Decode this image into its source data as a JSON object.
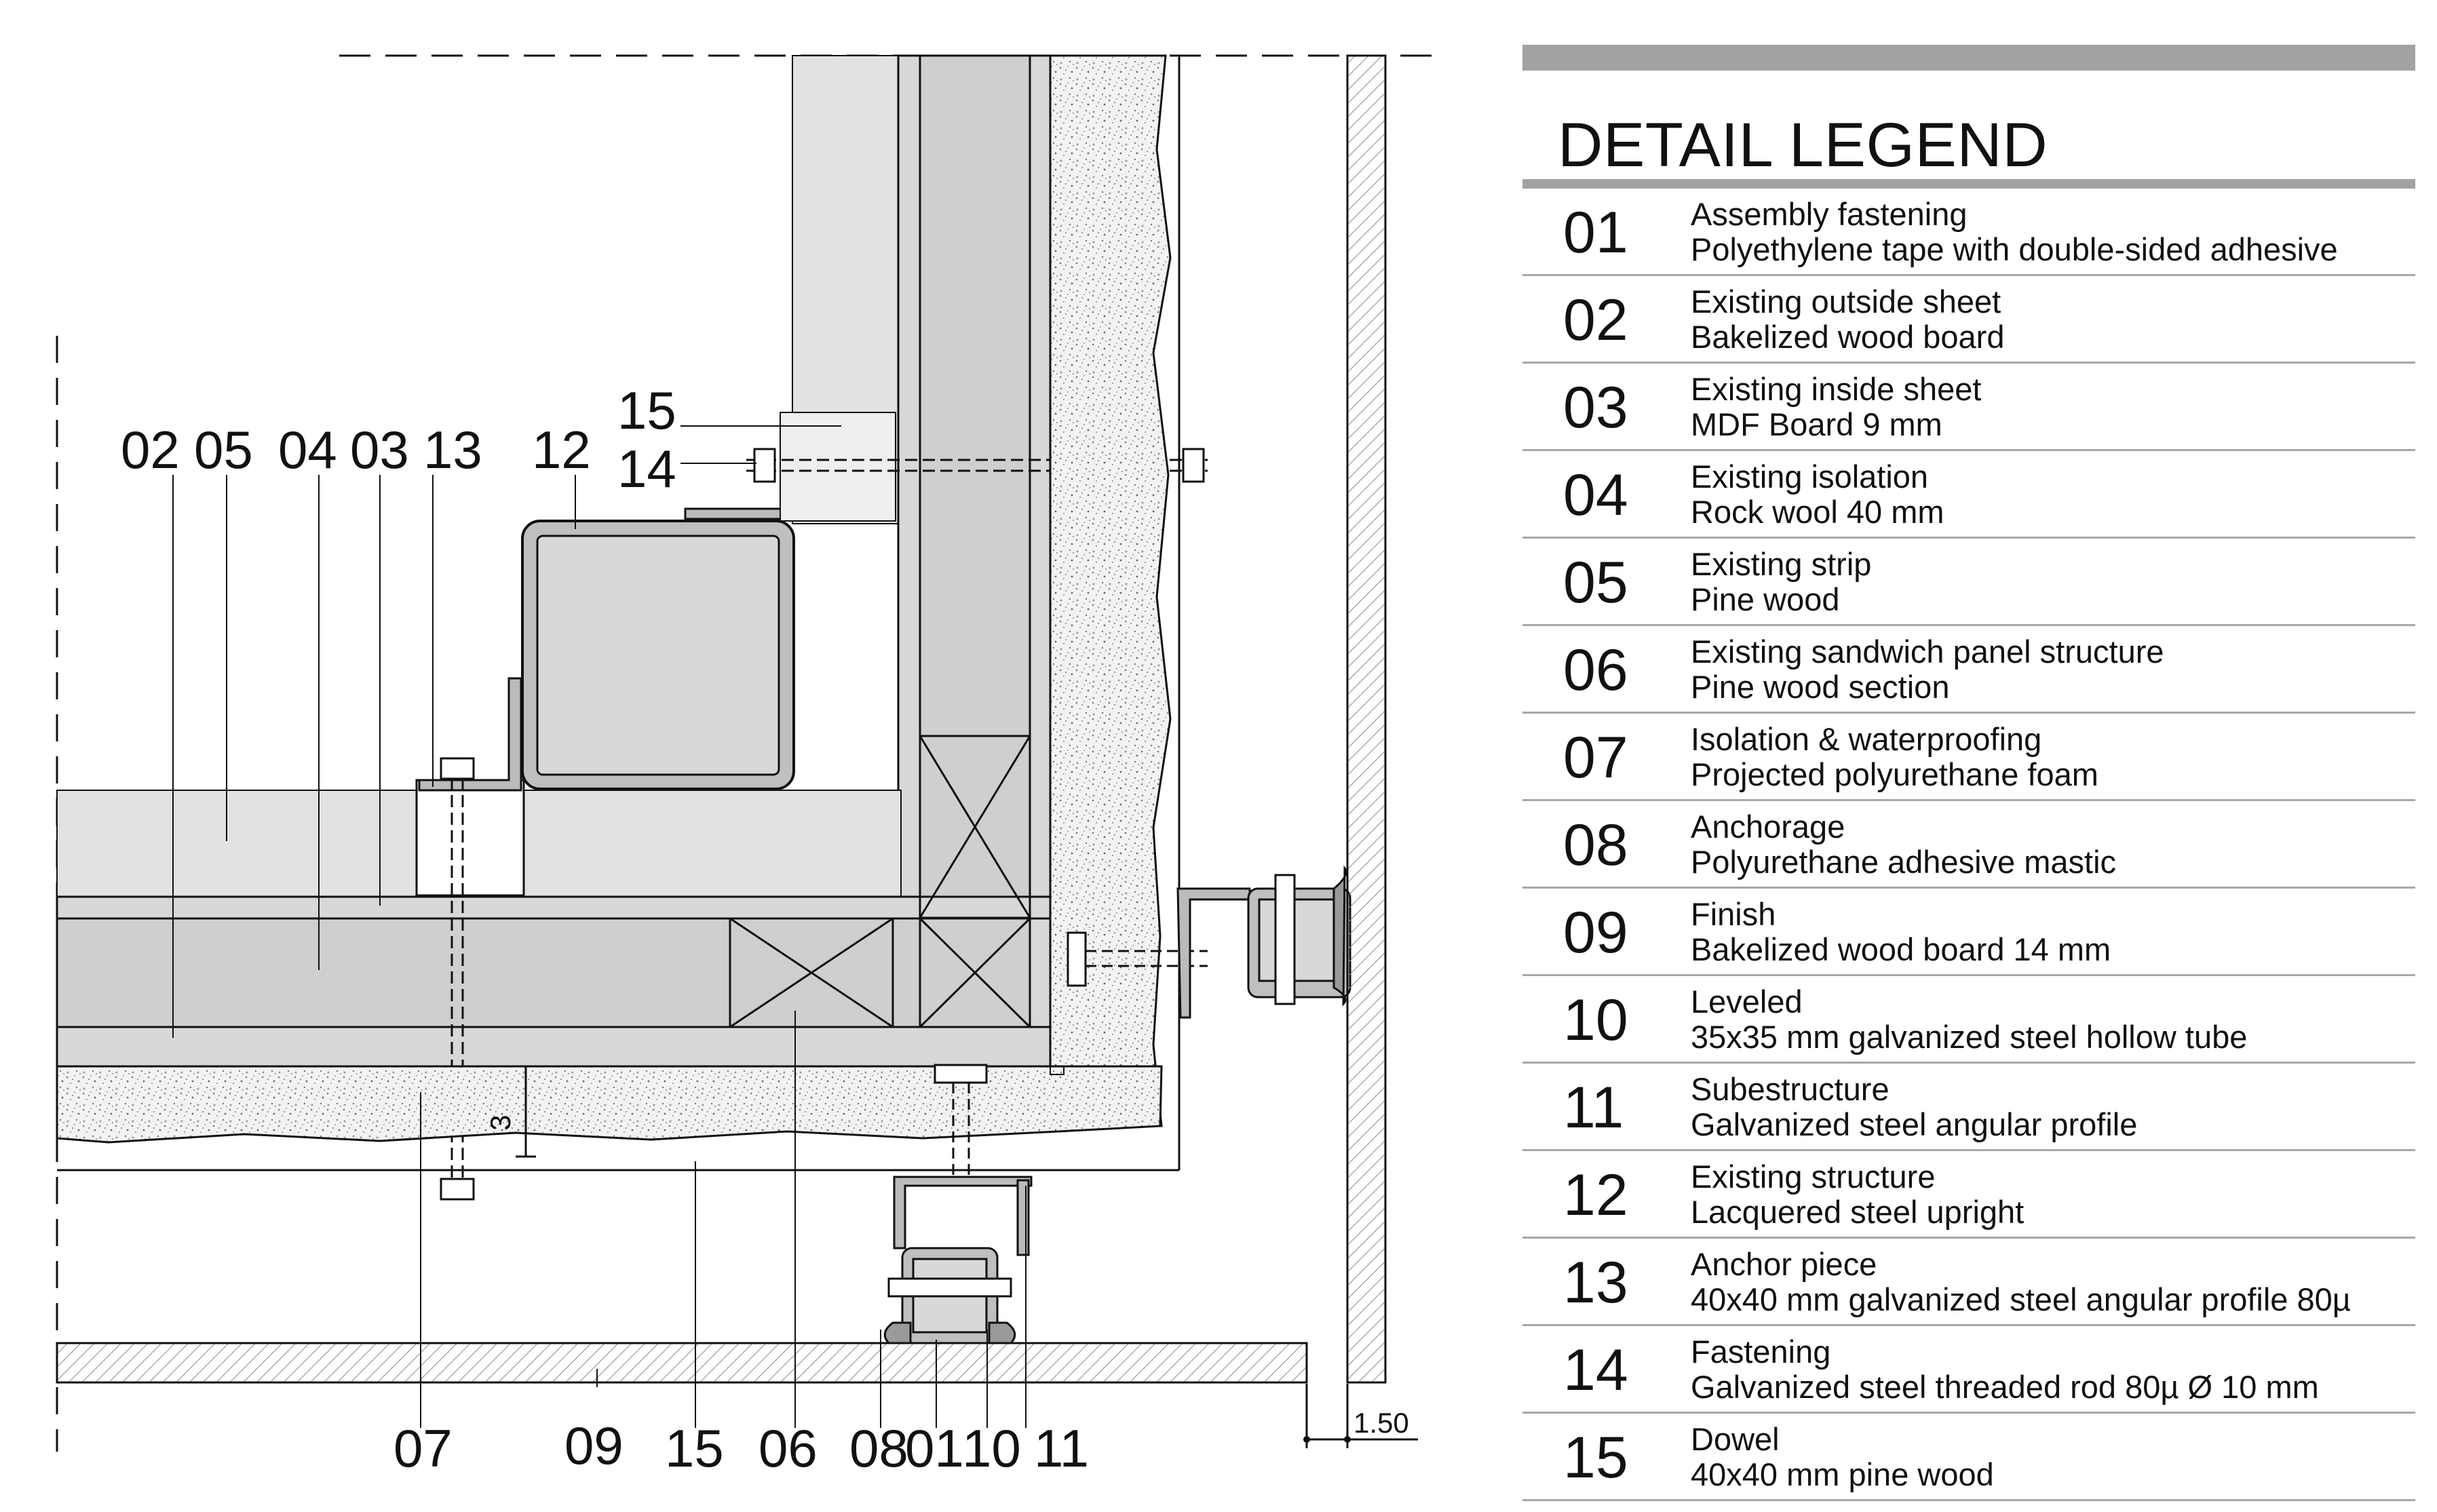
{
  "callouts": {
    "top": [
      "02",
      "05",
      "04",
      "03",
      "13",
      "12"
    ],
    "fifteen": "15",
    "fourteen": "14",
    "bottom": [
      "07",
      "09",
      "15",
      "06",
      "08",
      "01",
      "10",
      "11"
    ],
    "dim_three": "3",
    "dim_scale": "1.50"
  },
  "legend": {
    "title": "DETAIL LEGEND",
    "items": [
      {
        "num": "01",
        "name": "Assembly fastening",
        "desc": "Polyethylene tape with double-sided adhesive"
      },
      {
        "num": "02",
        "name": "Existing outside sheet",
        "desc": "Bakelized wood board"
      },
      {
        "num": "03",
        "name": "Existing inside sheet",
        "desc": "MDF Board 9 mm"
      },
      {
        "num": "04",
        "name": "Existing isolation",
        "desc": "Rock wool 40 mm"
      },
      {
        "num": "05",
        "name": "Existing strip",
        "desc": "Pine wood"
      },
      {
        "num": "06",
        "name": "Existing sandwich panel structure",
        "desc": "Pine wood section"
      },
      {
        "num": "07",
        "name": "Isolation & waterproofing",
        "desc": "Projected polyurethane foam"
      },
      {
        "num": "08",
        "name": "Anchorage",
        "desc": "Polyurethane adhesive mastic"
      },
      {
        "num": "09",
        "name": "Finish",
        "desc": "Bakelized wood board 14 mm"
      },
      {
        "num": "10",
        "name": "Leveled",
        "desc": "35x35 mm galvanized steel hollow tube"
      },
      {
        "num": "11",
        "name": "Subestructure",
        "desc": "Galvanized steel angular profile"
      },
      {
        "num": "12",
        "name": "Existing structure",
        "desc": "Lacquered steel upright"
      },
      {
        "num": "13",
        "name": "Anchor piece",
        "desc": "40x40 mm galvanized steel angular profile 80µ"
      },
      {
        "num": "14",
        "name": "Fastening",
        "desc": "Galvanized steel threaded rod 80µ Ø 10 mm"
      },
      {
        "num": "15",
        "name": "Dowel",
        "desc": "40x40 mm pine wood"
      }
    ]
  }
}
